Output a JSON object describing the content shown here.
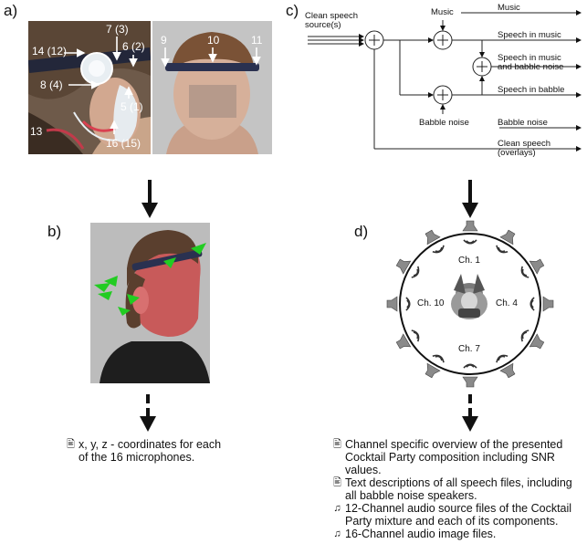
{
  "panel_letters": [
    "a)",
    "b)",
    "c)",
    "d)"
  ],
  "panel_a": {
    "mic_labels": [
      "7 (3)",
      "14 (12)",
      "6 (2)",
      "8 (4)",
      "5 (1)",
      "16 (15)",
      "13",
      "9",
      "10",
      "11"
    ]
  },
  "panel_b": {
    "output_icon": "document-icon",
    "output_text": [
      "x, y, z - coordinates for each",
      "of the 16 microphones."
    ]
  },
  "panel_c": {
    "input_label": [
      "Clean speech",
      "source(s)"
    ],
    "music_label": "Music",
    "babble_label": "Babble noise",
    "outputs": {
      "music": "Music",
      "speech_in_music": "Speech in music",
      "speech_in_music_babble": [
        "Speech in music",
        "and babble noise"
      ],
      "speech_in_babble": "Speech in babble",
      "babble_noise": "Babble noise",
      "clean_speech": [
        "Clean speech",
        "(overlays)"
      ]
    }
  },
  "panel_d": {
    "channel_labels": [
      "Ch. 1",
      "Ch. 10",
      "Ch. 4",
      "Ch. 7"
    ],
    "outputs": [
      {
        "icon": "document-icon",
        "lines": [
          "Channel specific overview of the presented",
          "Cocktail Party composition including SNR",
          "values."
        ]
      },
      {
        "icon": "document-icon",
        "lines": [
          "Text descriptions of all speech files, including",
          "all babble noise speakers."
        ]
      },
      {
        "icon": "music-note-icon",
        "lines": [
          "12-Channel audio source files of the Cocktail",
          "Party mixture and each of its components."
        ]
      },
      {
        "icon": "music-note-icon",
        "lines": [
          "16-Channel audio image files."
        ]
      }
    ]
  },
  "colors": {
    "mic_marker": "#22cc22",
    "skin_red": "#e07070"
  }
}
